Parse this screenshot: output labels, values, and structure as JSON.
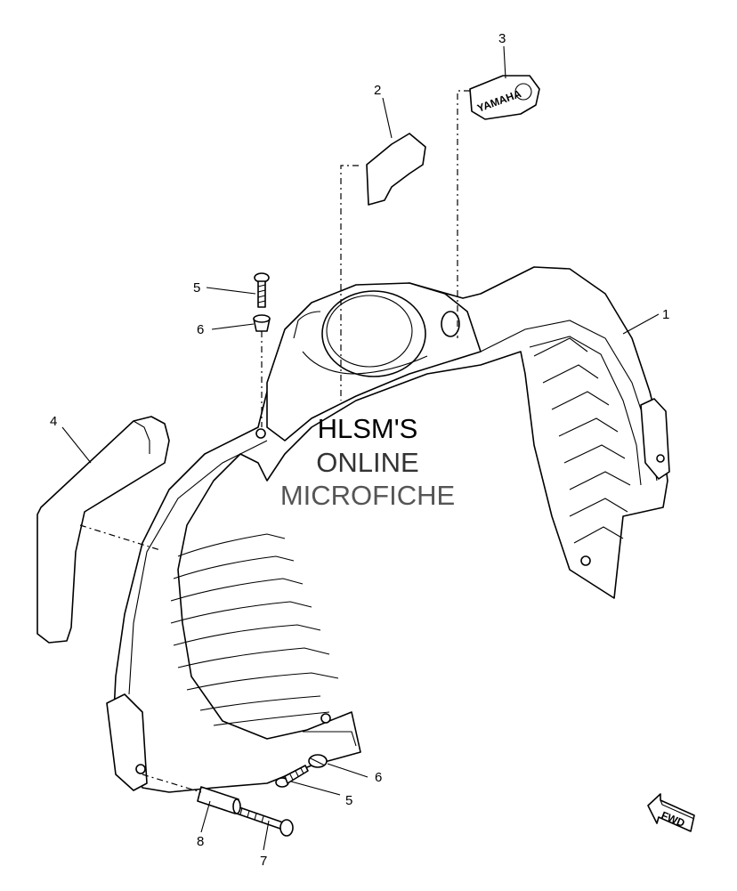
{
  "callouts": {
    "c1": "1",
    "c2": "2",
    "c3": "3",
    "c4": "4",
    "c5a": "5",
    "c5b": "5",
    "c6a": "6",
    "c6b": "6",
    "c7": "7",
    "c8": "8"
  },
  "emblem_text": "YAMAHA",
  "direction_label": "FWD",
  "watermark": {
    "line1": "HLSM'S",
    "line2": "ONLINE",
    "line3": "MICROFICHE"
  },
  "colors": {
    "line": "#000000",
    "background": "#ffffff",
    "watermark_dark": "#000000",
    "watermark_mid": "#333333",
    "watermark_light": "#555555"
  }
}
